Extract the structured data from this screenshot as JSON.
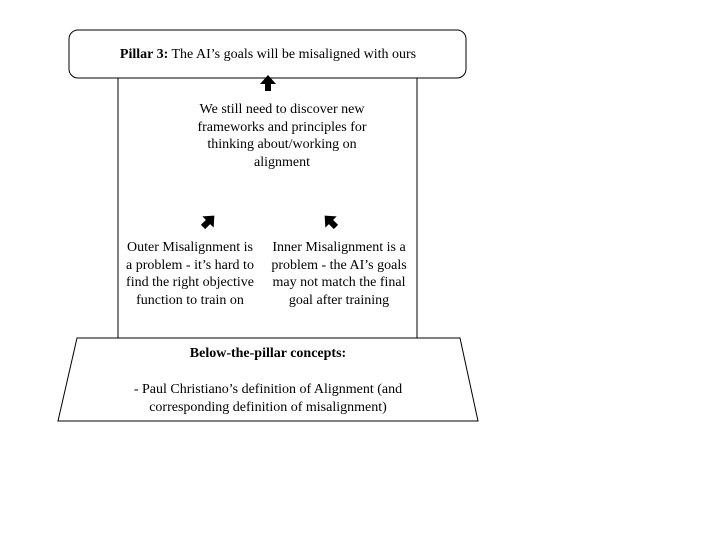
{
  "pillar": {
    "label": "Pillar 3:",
    "title": "The AI’s goals will be misaligned with ours"
  },
  "center_node": {
    "text": "We still need to discover new frameworks and principles for thinking about/working on alignment"
  },
  "left_node": {
    "text": "Outer Misalignment is a problem - it’s hard to find the right objective function to train on"
  },
  "right_node": {
    "text": "Inner Misalignment is a problem - the AI’s goals may not match the final goal after training"
  },
  "base": {
    "heading": "Below-the-pillar concepts:",
    "items": [
      "- Paul Christiano’s definition of Alignment (and corresponding definition of misalignment)"
    ]
  },
  "colors": {
    "stroke": "#000000",
    "fill": "#ffffff"
  }
}
